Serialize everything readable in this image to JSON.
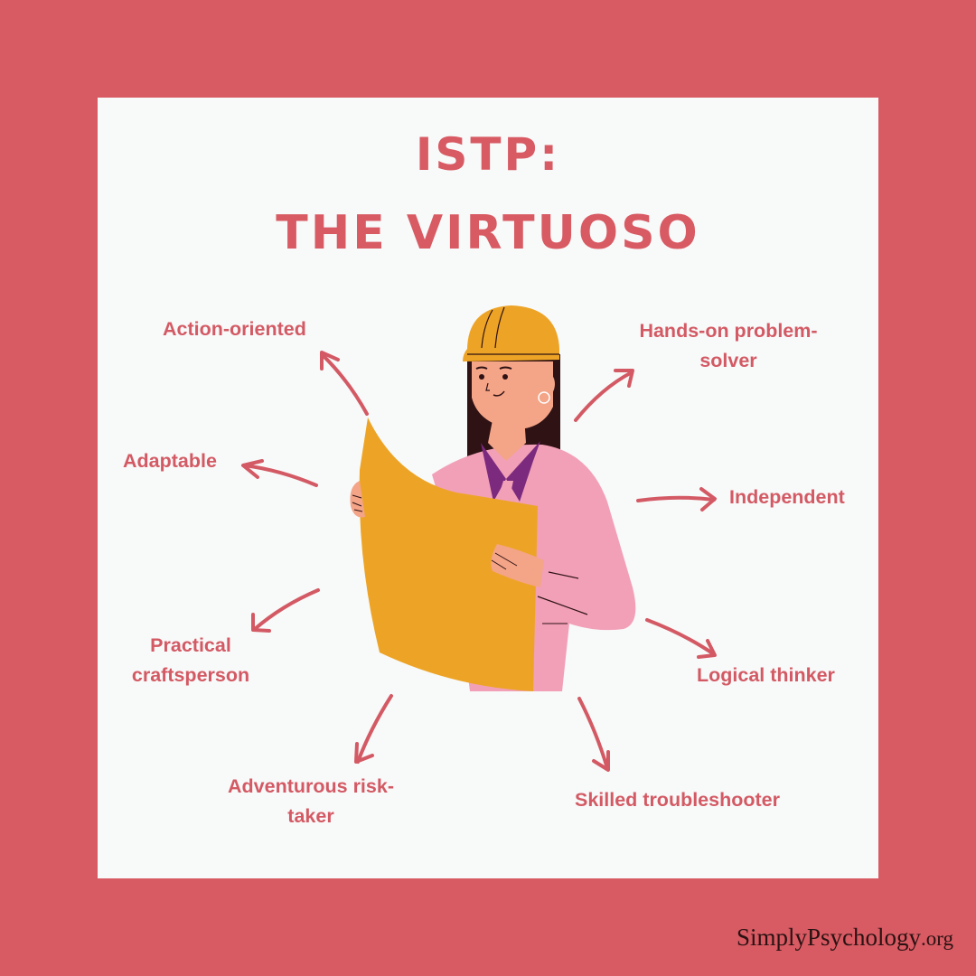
{
  "title": {
    "line1": "ISTP:",
    "line2": "THE VIRTUOSO"
  },
  "traits": [
    {
      "id": "action-oriented",
      "label": "Action-oriented"
    },
    {
      "id": "hands-on-problem-solver",
      "line1": "Hands-on problem-",
      "line2": "solver"
    },
    {
      "id": "adaptable",
      "label": "Adaptable"
    },
    {
      "id": "independent",
      "label": "Independent"
    },
    {
      "id": "practical-craftsperson",
      "line1": "Practical",
      "line2": "craftsperson"
    },
    {
      "id": "logical-thinker",
      "label": "Logical thinker"
    },
    {
      "id": "adventurous-risk-taker",
      "line1": "Adventurous risk-",
      "line2": "taker"
    },
    {
      "id": "skilled-troubleshooter",
      "label": "Skilled troubleshooter"
    }
  ],
  "illustration": {
    "subject": "woman in hard hat reading blueprint",
    "colors": {
      "helmet": "#eda426",
      "paper": "#eda426",
      "jacket": "#f2a0b8",
      "shirt": "#7b2a7e",
      "skin": "#f4a487",
      "hair": "#2e1214"
    }
  },
  "watermark": {
    "name": "SimplyPsychology",
    "tld": ".org"
  },
  "colors": {
    "background": "#d85a63",
    "panel": "#f8f9f9",
    "accent_text": "#d35a64",
    "arrow": "#d35a64"
  }
}
